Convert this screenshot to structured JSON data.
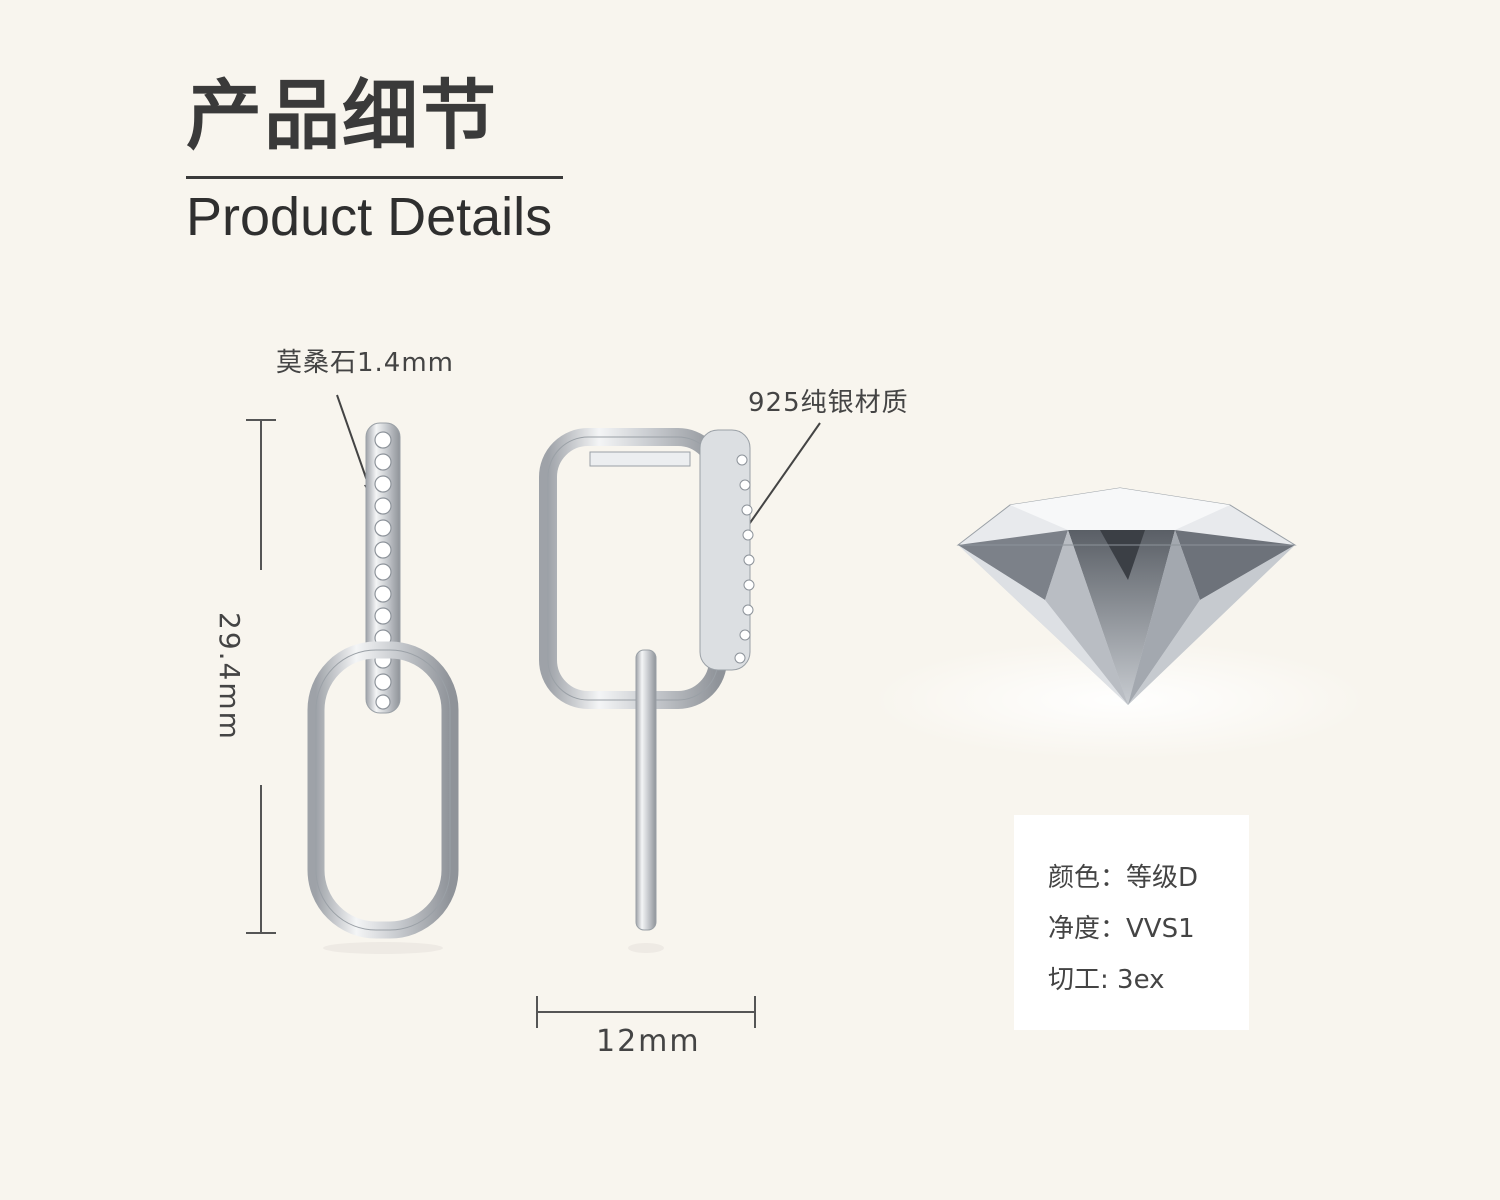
{
  "heading": {
    "title_cn": "产品细节",
    "title_en": "Product Details"
  },
  "annotations": {
    "stone": "莫桑石1.4mm",
    "material": "925纯银材质"
  },
  "dimensions": {
    "height": "29.4mm",
    "width": "12mm"
  },
  "specs": {
    "color": "颜色：等级D",
    "clarity": "净度：VVS1",
    "cut": "切工: 3ex"
  },
  "colors": {
    "background": "#f8f5ee",
    "text": "#3a3a3a",
    "metal": "#d8dadd"
  }
}
